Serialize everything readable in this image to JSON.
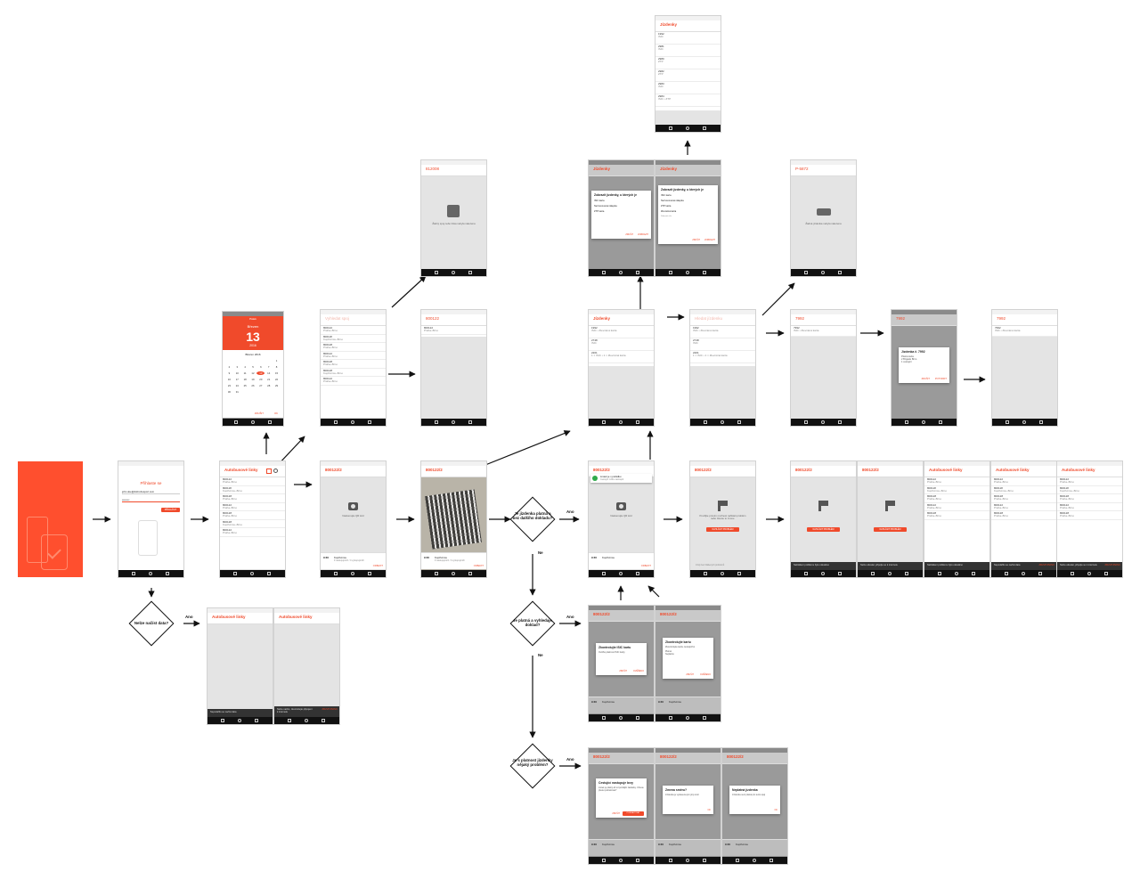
{
  "colors": {
    "accent": "#f04a2b",
    "splash": "#ff4f2e"
  },
  "login": {
    "title": "Přihlaste se",
    "email": "john.doe@dobrobusport.com",
    "password": "••••••••",
    "button": "PŘIHLÁSIT"
  },
  "lines": {
    "title": "Autobusové linky",
    "items": [
      {
        "code": "800122",
        "name": "Praha–Brno"
      },
      {
        "code": "800118",
        "name": "Kopřivnice–Brno"
      },
      {
        "code": "800128",
        "name": "Praha–Brno"
      },
      {
        "code": "800122",
        "name": "Praha–Brno"
      },
      {
        "code": "800128",
        "name": "Praha–Brno"
      },
      {
        "code": "800128",
        "name": "Kopřivnice–Brno"
      },
      {
        "code": "800122",
        "name": "Praha–Brno"
      }
    ]
  },
  "calendar": {
    "weekday": "Pátek",
    "month": "Březen",
    "day": "13",
    "year": "2016",
    "month_year": "Březen 2016",
    "cancel": "ZRUŠIT",
    "ok": "OK",
    "days": [
      "",
      "",
      "",
      "",
      "",
      "",
      "1",
      "2",
      "3",
      "4",
      "5",
      "6",
      "7",
      "8",
      "9",
      "10",
      "11",
      "12",
      "13",
      "14",
      "15",
      "16",
      "17",
      "18",
      "19",
      "20",
      "21",
      "22",
      "23",
      "24",
      "25",
      "26",
      "27",
      "28",
      "29",
      "30",
      "31"
    ]
  },
  "search": {
    "placeholder": "Vyhledat spoj",
    "query": "800122",
    "result_name": "Praha–Brno"
  },
  "empty_search": {
    "query": "812008",
    "message": "Žádný spoj nebo linka nebyla nalezena"
  },
  "scan": {
    "trip": "800122/2",
    "hint": "Naskenujte QR kód",
    "time": "9:30",
    "stop": "Kopřivnice",
    "stop_detail": "9 nastupujících / 0 vystupujících",
    "check_btn": "ODBAVIT"
  },
  "valid": {
    "banner_title": "Lístek je v pořádku",
    "banner_sub": "Cestující může nastoupit"
  },
  "tickets": {
    "title": "Jízdenky",
    "items": [
      {
        "code": "1992",
        "type": "ISIC • Zlevněná karta"
      },
      {
        "code": "2748",
        "type": "ISIC"
      },
      {
        "code": "2201",
        "type": "1 × ISIC • 1 × Zlevněná karta"
      }
    ],
    "long_list": [
      {
        "code": "1992",
        "type": "ISIC"
      },
      {
        "code": "2981",
        "type": "ISIC"
      },
      {
        "code": "2980",
        "type": "ZTP"
      },
      {
        "code": "2982",
        "type": "ZTP"
      },
      {
        "code": "2983",
        "type": "ISIC"
      },
      {
        "code": "2984",
        "type": "ISIC • ZTP"
      }
    ],
    "search_placeholder": "Hledat jízdenku"
  },
  "filter": {
    "title": "Zobrazit jízdenky, u kterých je",
    "opts": [
      "ISIC karta",
      "Nezvonovaná nálepka",
      "ZTP karta",
      "Zlevněná karta"
    ],
    "show_all": "Zobrazit vše",
    "cancel": "ZRUŠIT",
    "confirm": "ZOBRAZIT"
  },
  "ticket_none": {
    "query": "P-5872",
    "message": "Žádná jízdenka nebyla nalezena"
  },
  "ticket_found": {
    "code": "7992",
    "type": "ISIC • Zlevněná karta"
  },
  "ticket_dialog": {
    "title": "Jízdenka č. 7992",
    "l1": "Platná karta",
    "l2": "2 Brigade Brno",
    "l3": "1 cestující",
    "cancel": "ZRUŠIT",
    "ok": "POTVRDIT"
  },
  "problem": {
    "message": "Použijte prosím možnost nahlásit problém nebo zkuste to znovu.",
    "button": "NAHLÁSIT PROBLÉM",
    "extra": "Jízdy bez hlášených problémů"
  },
  "snack": {
    "sent": "Nahlášení problému bylo odesláno",
    "offline": "Nelze odeslat, připojte se k internetu",
    "retry": "ZKUSIT ZNOVU",
    "loaded": "Nepodařilo se načíst data",
    "offline2": "Nelze načíst, zkontrolujte připojení k internetu"
  },
  "isic_check": {
    "title": "Zkontrolujte ISIC kartu",
    "body": "Ověřte platnost ISIC karty",
    "cancel": "ZRUŠIT",
    "ok": "OVĚŘENO"
  },
  "card_check": {
    "title": "Zkontrolujte kartu",
    "body": "Zkontrolujte kartu cestujícího",
    "opts": [
      "Platná",
      "Neplatná"
    ],
    "cancel": "ZRUŠIT",
    "ok": "OVĚŘENO"
  },
  "many": {
    "title": "Cestující nastupuje brzy",
    "body": "Lístek je platný až od pozdější zastávky. Chcete přesto pokračovat?",
    "cancel": "ZRUŠIT",
    "ok": "POKRAČOVAT"
  },
  "wrong_direction": {
    "title": "Zmena směru?",
    "body": "Jízdenka je vystavena pro jiný směr",
    "ok": "OK"
  },
  "invalid": {
    "title": "Neplatná jízdenka",
    "body": "Jízdenka není platná pro tento spoj",
    "ok": "OK"
  },
  "decisions": {
    "d1": "Je jízdenka platná a bez dalšího dokladu?",
    "d2": "Je platná a vyhledaje doklad?",
    "d3": "Je s platnost jízdenky nějaký problém?",
    "d4": "Nelze načíst data?",
    "yes": "Ano",
    "no": "Ne"
  }
}
